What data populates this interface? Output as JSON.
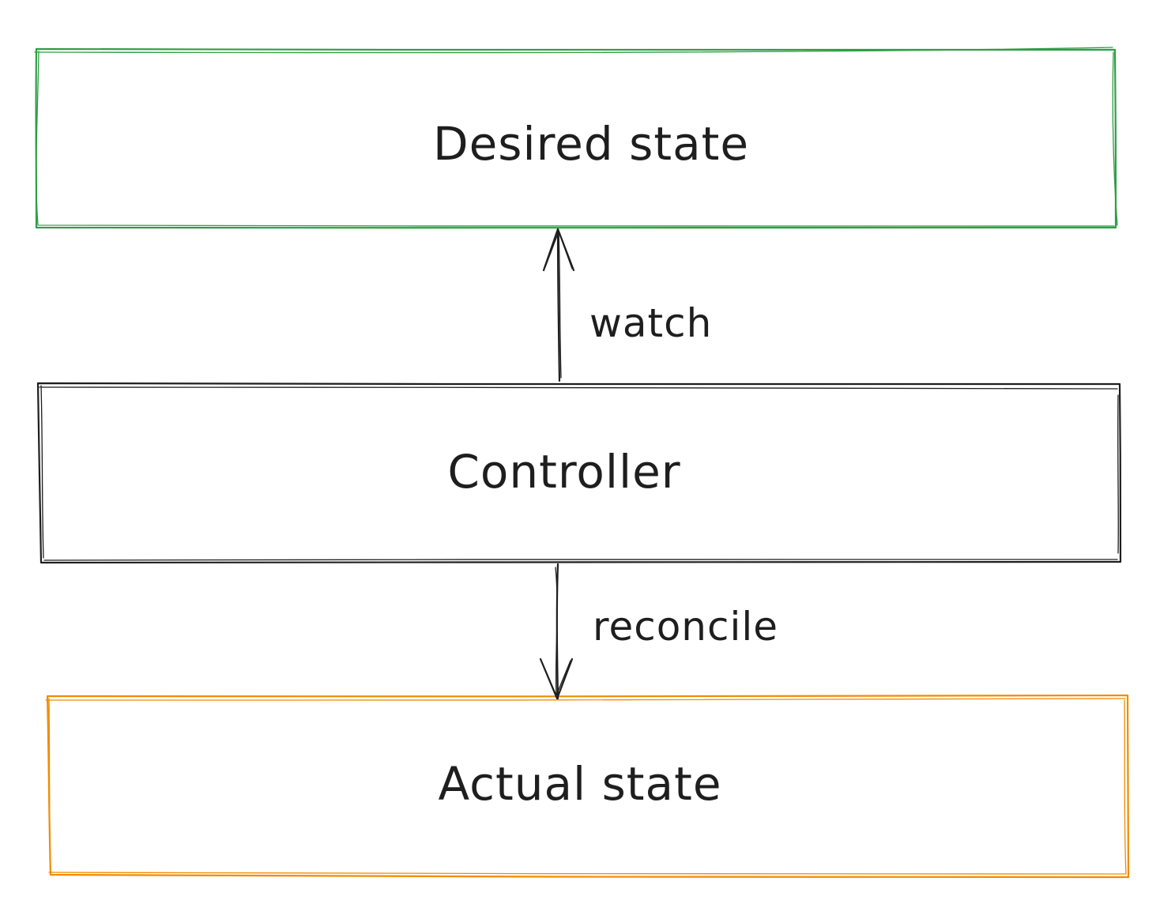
{
  "nodes": {
    "desired": {
      "label": "Desired state",
      "color": "#2f9e44"
    },
    "controller": {
      "label": "Controller",
      "color": "#1e1e1e"
    },
    "actual": {
      "label": "Actual state",
      "color": "#f08c00"
    }
  },
  "edges": {
    "watch": {
      "label": "watch",
      "from": "Controller",
      "to": "Desired state",
      "color": "#1e1e1e"
    },
    "reconcile": {
      "label": "reconcile",
      "from": "Controller",
      "to": "Actual state",
      "color": "#1e1e1e"
    }
  }
}
